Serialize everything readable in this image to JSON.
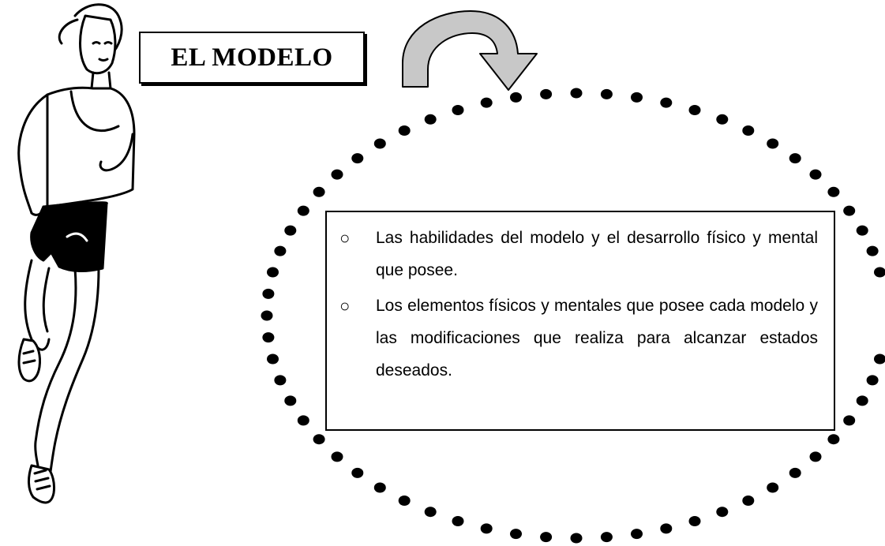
{
  "title": "EL MODELO",
  "items": [
    {
      "bullet": "○",
      "text": "Las habilidades del modelo y el desarrollo físico y mental que posee."
    },
    {
      "bullet": "○",
      "text": "Los elementos físicos y mentales que posee cada modelo y las modificaciones que realiza para alcanzar estados deseados."
    }
  ],
  "colors": {
    "ink": "#000000",
    "arrow_fill": "#c8c8c8",
    "background": "#ffffff"
  },
  "icons": {
    "figure": "runner-woman-icon",
    "arrow": "curved-arrow-icon"
  }
}
